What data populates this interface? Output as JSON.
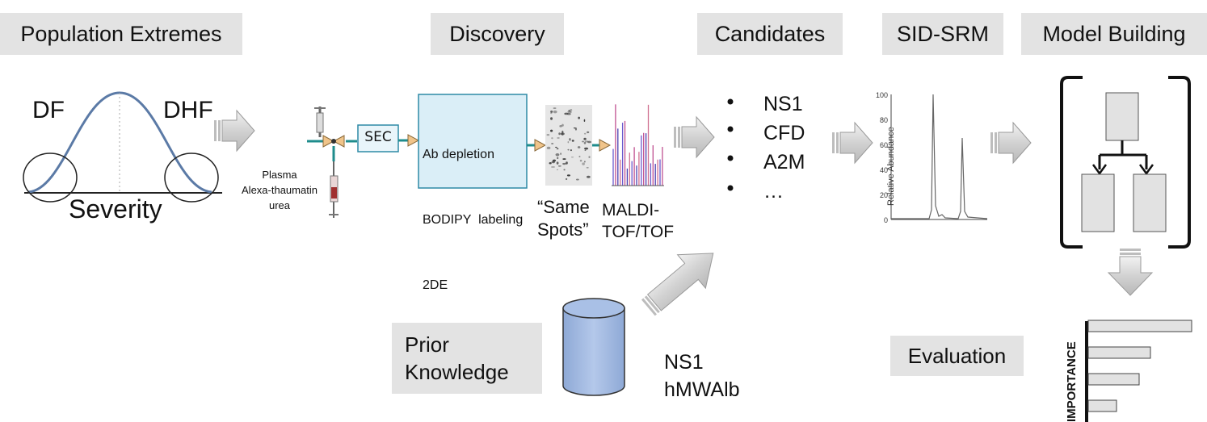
{
  "stages": {
    "population_extremes": "Population Extremes",
    "discovery": "Discovery",
    "candidates": "Candidates",
    "sid_srm": "SID-SRM",
    "model_building": "Model Building"
  },
  "bell_curve": {
    "left_label": "DF",
    "right_label": "DHF",
    "axis_label": "Severity"
  },
  "sample": {
    "lines": [
      "Plasma",
      "Alexa-thaumatin",
      "urea"
    ]
  },
  "sec_label": "SEC",
  "processing_box": {
    "lines": [
      "Ab depletion",
      "BODIPY  labeling",
      "2DE"
    ]
  },
  "gel_caption": [
    "“Same",
    "Spots”"
  ],
  "maldi_caption": [
    "MALDI-",
    "TOF/TOF"
  ],
  "candidates": {
    "items": [
      "NS1",
      "CFD",
      "A2M",
      "…"
    ]
  },
  "srm_chart": {
    "ylabel": "Relative Abundance",
    "yticks": [
      "100",
      "80",
      "60",
      "40",
      "20",
      "0"
    ]
  },
  "prior": {
    "label_lines": [
      "Prior",
      "Knowledge"
    ],
    "items": [
      "NS1",
      "hMWAlb"
    ]
  },
  "evaluation": {
    "label": "Evaluation",
    "axis_label": "IMPORTANCE",
    "bars": [
      1.0,
      0.6,
      0.49,
      0.27
    ]
  },
  "colors": {
    "stage_bg": "#e3e3e3",
    "curve": "#5b7aa6",
    "db_fill": "#9db6de",
    "process_fill": "#daeef7",
    "process_border": "#2e8aa6",
    "connector": "#1f8c8c",
    "arrow_fill": "#d6d6d6",
    "box_fill": "#e2e2e2"
  },
  "icons": [
    "block-arrow-icon",
    "database-icon",
    "gel-image-icon",
    "spectrum-icon",
    "valve-icon",
    "syringe-icon",
    "tree-diagram-icon"
  ]
}
